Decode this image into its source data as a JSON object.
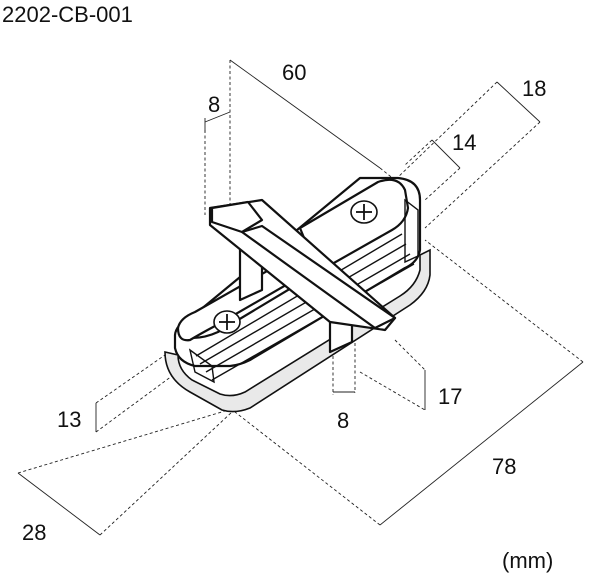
{
  "part_number": "2202-CB-001",
  "unit_label": "(mm)",
  "dimensions": {
    "top_overall_length": "60",
    "top_tab_width": "8",
    "overall_depth": "18",
    "inner_depth": "14",
    "bottom_height": "17",
    "bottom_tab_width": "8",
    "body_height": "13",
    "body_width": "28",
    "overall_length": "78"
  },
  "colors": {
    "line": "#111111",
    "background": "#ffffff",
    "shading": "#e9e9e9"
  },
  "icons": {
    "screw_head": "phillips-screw-icon"
  }
}
